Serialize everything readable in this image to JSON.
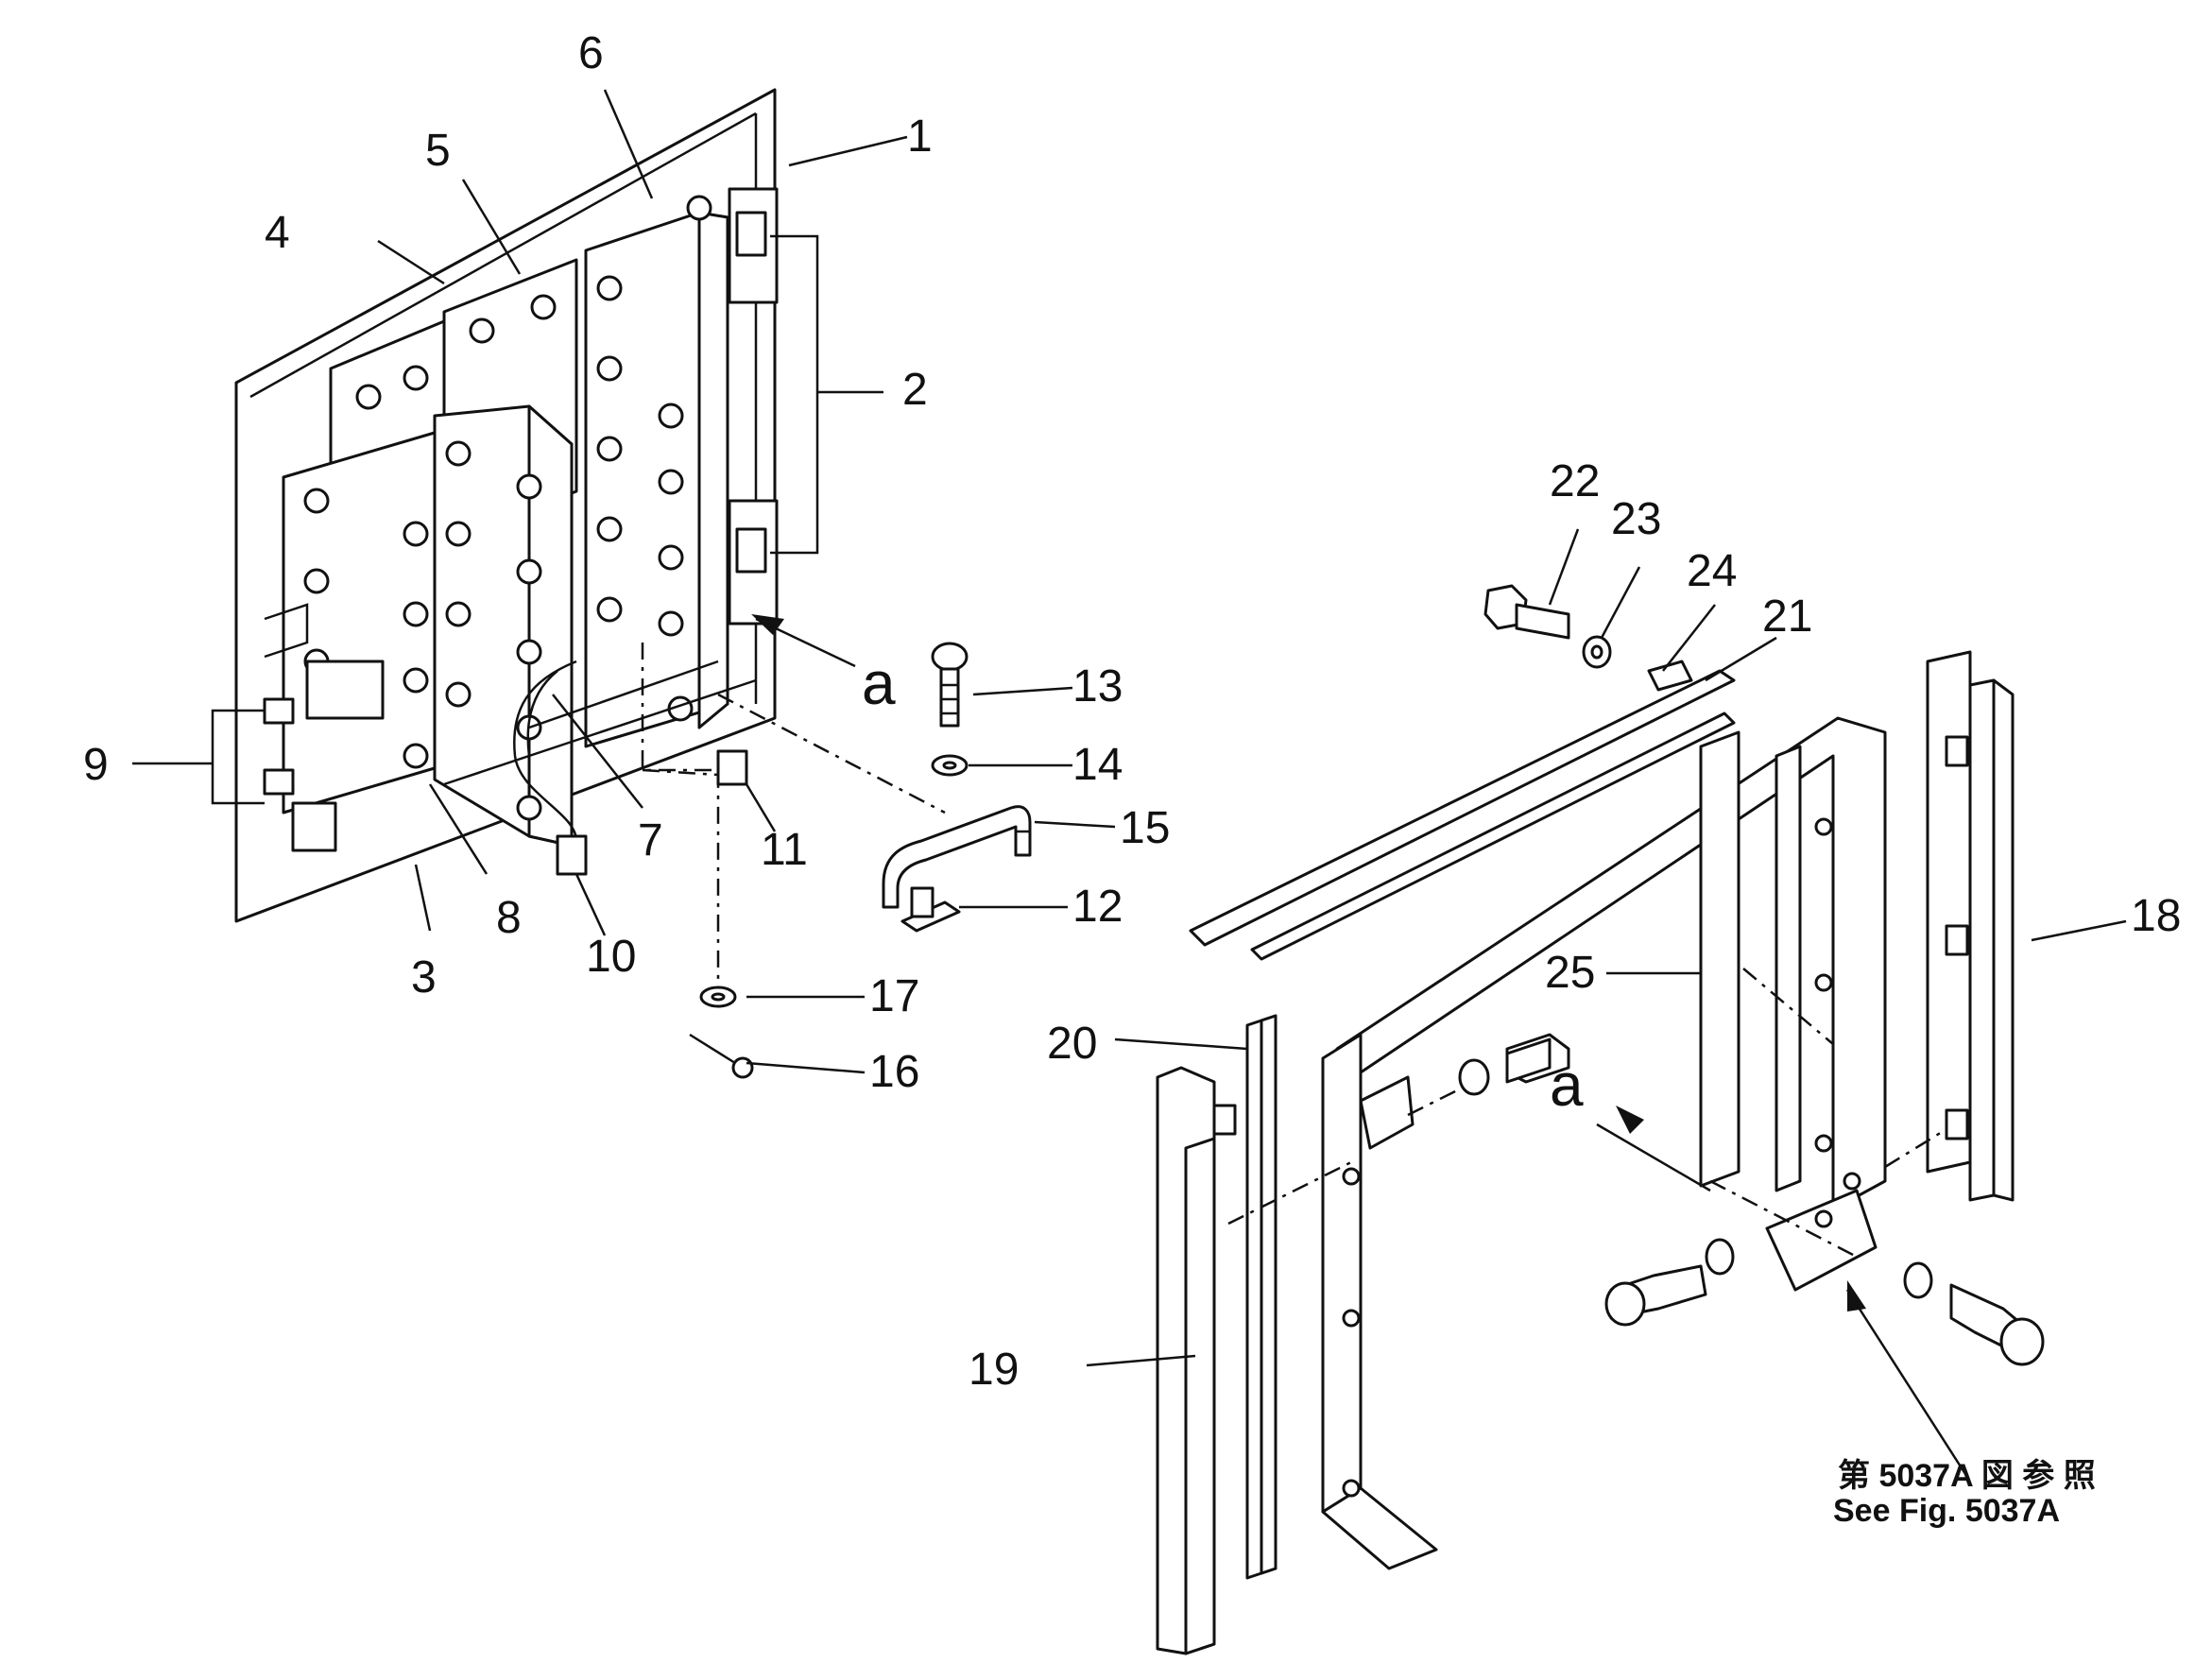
{
  "callouts": {
    "c1": "1",
    "c2": "2",
    "c3": "3",
    "c4": "4",
    "c5": "5",
    "c6": "6",
    "c7": "7",
    "c8": "8",
    "c9": "9",
    "c10": "10",
    "c11": "11",
    "c12": "12",
    "c13": "13",
    "c14": "14",
    "c15": "15",
    "c16": "16",
    "c17": "17",
    "c18": "18",
    "c19": "19",
    "c20": "20",
    "c21": "21",
    "c22": "22",
    "c23": "23",
    "c24": "24",
    "c25": "25"
  },
  "view_markers": {
    "left": "a",
    "right": "a"
  },
  "reference": {
    "line_jp": "第 5037A 図 参 照",
    "line_en": "See Fig. 5037A"
  }
}
